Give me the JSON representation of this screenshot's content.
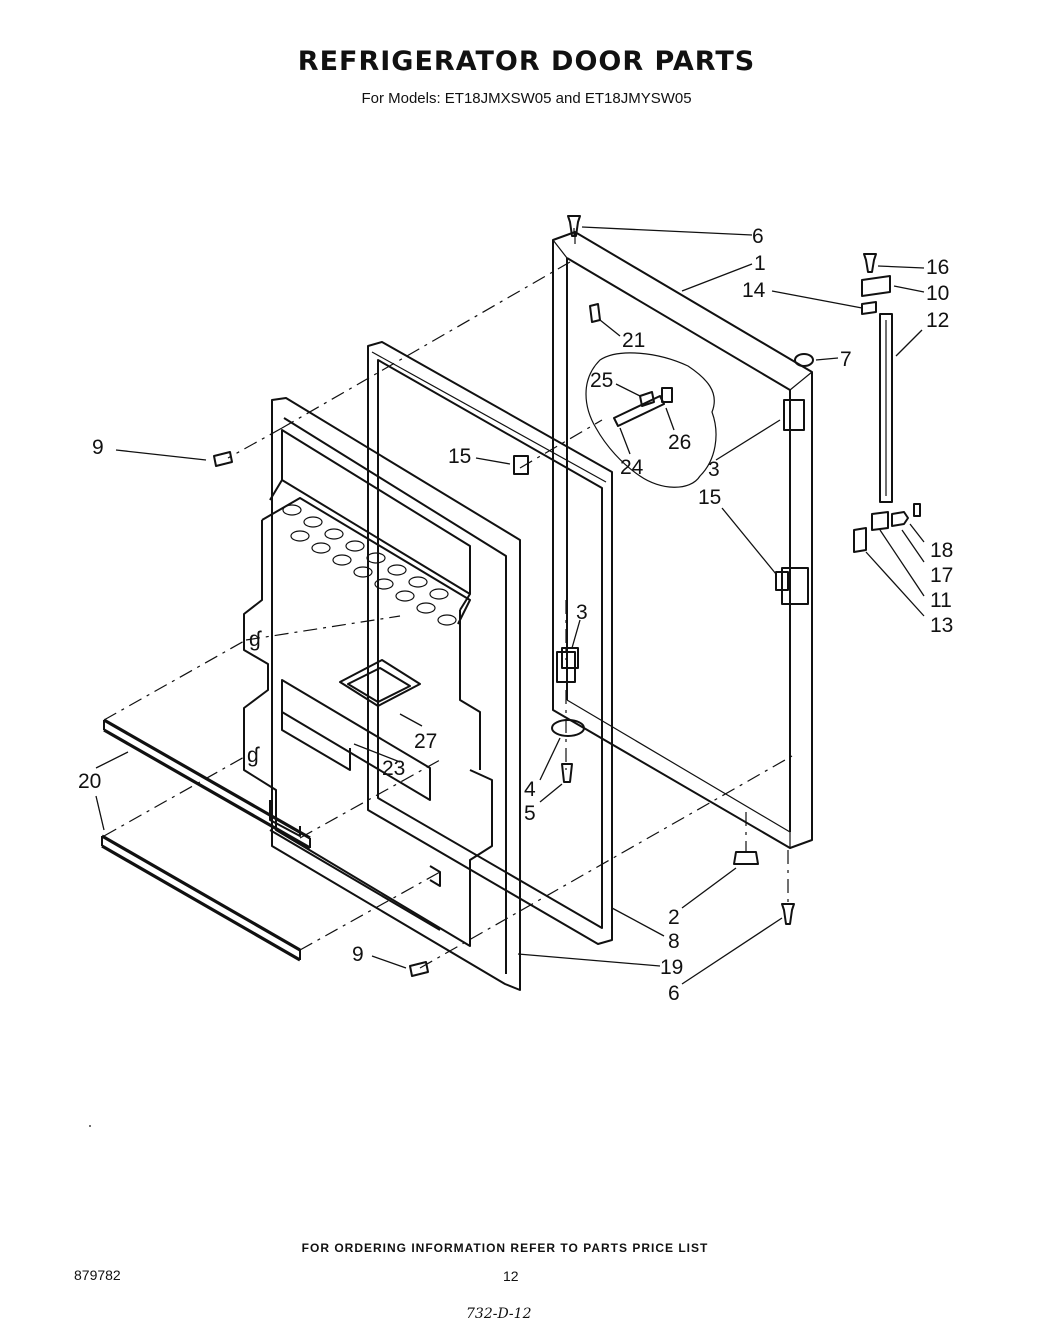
{
  "title": "REFRIGERATOR  DOOR PARTS",
  "subtitle": "For Models: ET18JMXSW05  and ET18JMYSW05",
  "callouts": {
    "c6_top": "6",
    "c1": "1",
    "c16": "16",
    "c14": "14",
    "c10": "10",
    "c12": "12",
    "c21": "21",
    "c7": "7",
    "c25": "25",
    "c26": "26",
    "c9_top": "9",
    "c15_left": "15",
    "c24": "24",
    "c3_right": "3",
    "c15_right": "15",
    "c18": "18",
    "c17": "17",
    "c11": "11",
    "c13": "13",
    "c3_mid": "3",
    "c27": "27",
    "c23": "23",
    "c20": "20",
    "c4": "4",
    "c5": "5",
    "c2": "2",
    "c8": "8",
    "c9_bottom": "9",
    "c19": "19",
    "c6_bottom": "6"
  },
  "footer": {
    "note": "FOR ORDERING INFORMATION REFER TO PARTS PRICE LIST",
    "doc_number": "879782",
    "page_number": "12",
    "handwritten": "732-D-12"
  }
}
